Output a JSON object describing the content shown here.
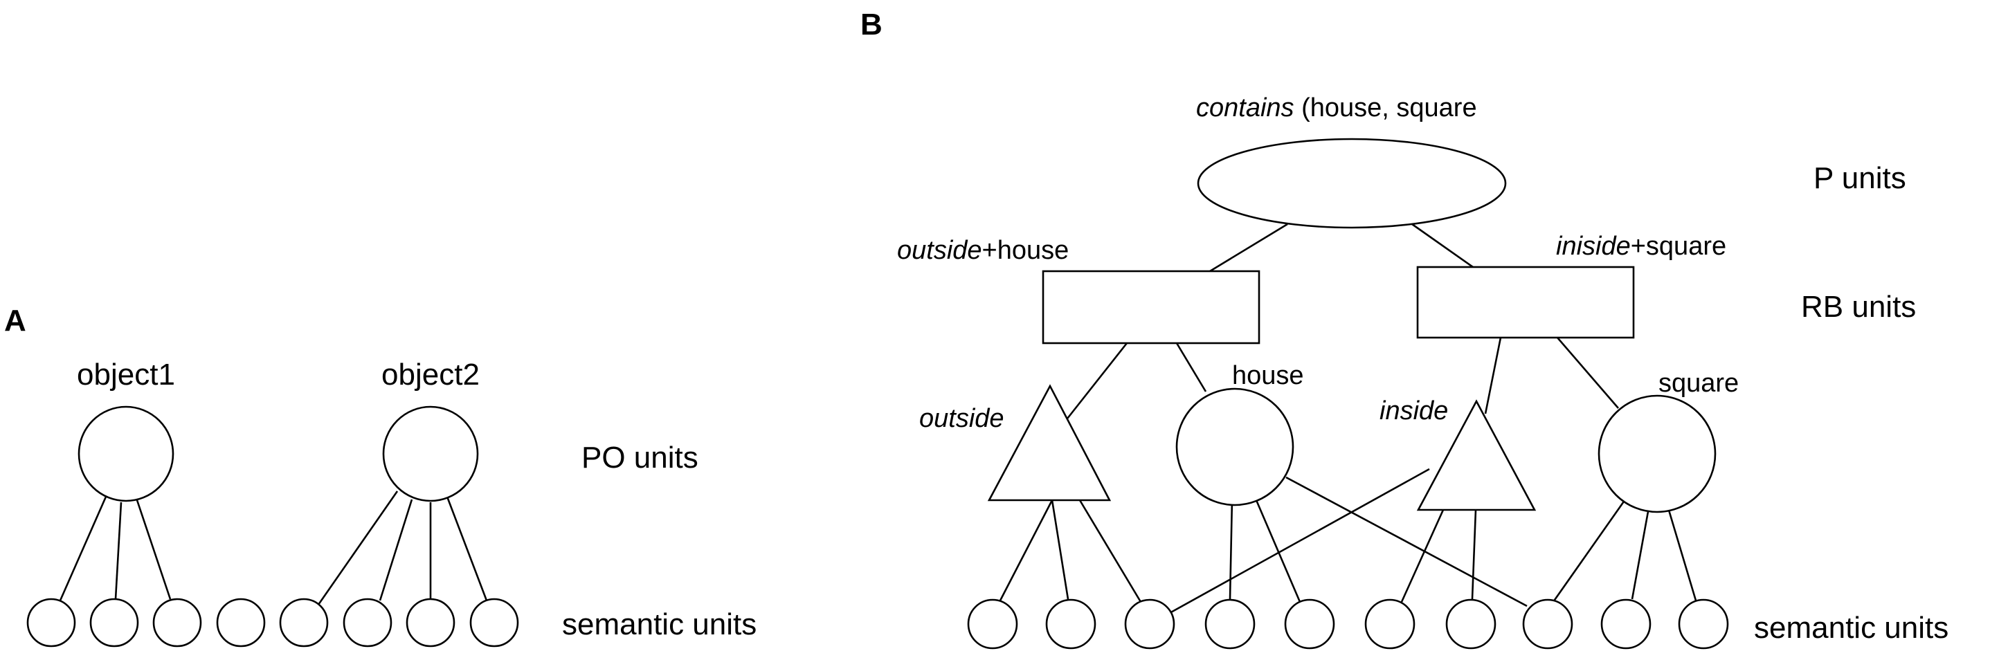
{
  "panel_a": {
    "panel_label": "A",
    "po_units": [
      {
        "label": "object1"
      },
      {
        "label": "object2"
      }
    ],
    "po_row_label": "PO units",
    "semantic_row_label": "semantic units"
  },
  "panel_b": {
    "panel_label": "B",
    "p_unit": {
      "italic": "contains",
      "rest": " (house, square"
    },
    "p_row_label": "P units",
    "rb_units": [
      {
        "italic": "outside",
        "rest": "+house"
      },
      {
        "italic": "iniside",
        "rest": "+square"
      }
    ],
    "rb_row_label": "RB units",
    "role_labels": [
      "outside",
      "inside"
    ],
    "object_labels": [
      "house",
      "square"
    ],
    "semantic_row_label": "semantic units"
  }
}
